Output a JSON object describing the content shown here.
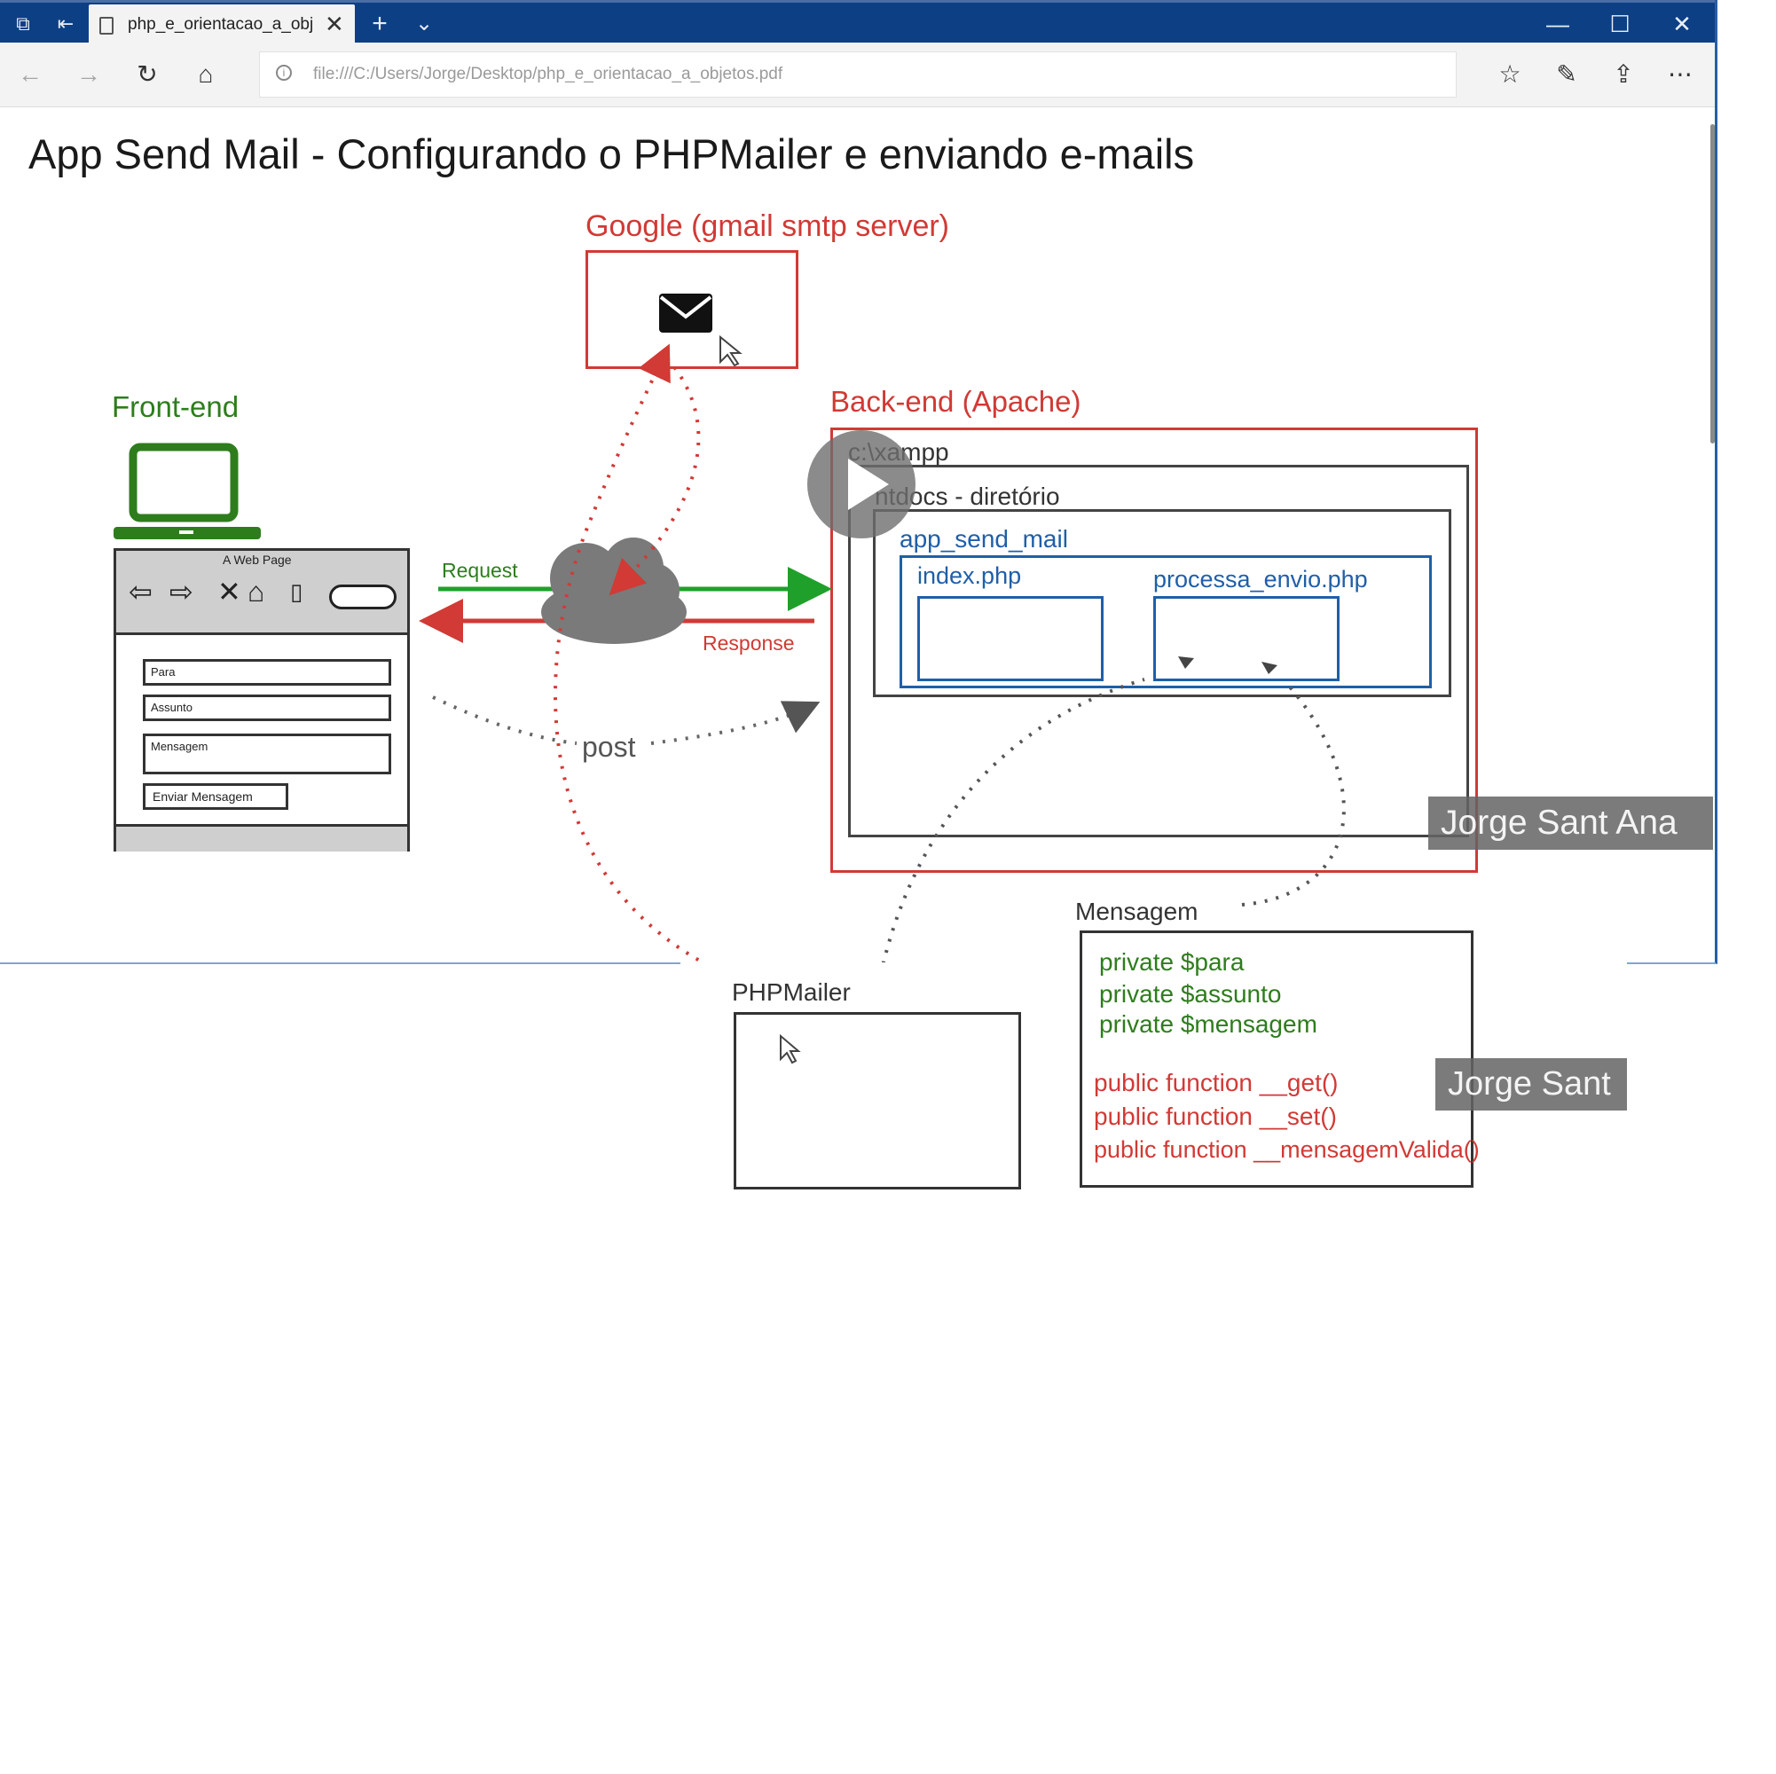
{
  "browser": {
    "tab_title": "php_e_orientacao_a_obj",
    "tab_close": "✕",
    "new_tab": "+",
    "tab_list": "⌄",
    "address": "file:///C:/Users/Jorge/Desktop/php_e_orientacao_a_objetos.pdf",
    "window_controls": {
      "minimize": "—",
      "maximize": "☐",
      "close": "✕"
    },
    "nav": {
      "back": "←",
      "forward": "→",
      "refresh": "↻",
      "home": "⌂"
    },
    "toolbar_right": {
      "favorites": "☆",
      "notes": "✎",
      "share": "⇪",
      "more": "⋯"
    }
  },
  "slide": {
    "title": "App Send Mail - Configurando o PHPMailer e enviando e-mails",
    "google_label": "Google (gmail smtp server)",
    "frontend_label": "Front-end",
    "backend_label": "Back-end (Apache)",
    "xampp_label": "c:\\xampp",
    "htdocs_label": "ntdocs - diretório",
    "app_label": "app_send_mail",
    "index_label": "index.php",
    "processa_label": "processa_envio.php",
    "request_label": "Request",
    "response_label": "Response",
    "post_label": "post",
    "wireframe": {
      "caption": "A Web Page",
      "field_para": "Para",
      "field_assunto": "Assunto",
      "field_mensagem": "Mensagem",
      "button": "Enviar Mensagem"
    },
    "phpmailer_label": "PHPMailer",
    "mensagem_label": "Mensagem",
    "attributes": [
      "private $para",
      "private $assunto",
      "private $mensagem"
    ],
    "methods": [
      "public function __get()",
      "public function __set()",
      "public function __mensagemValida()"
    ]
  },
  "watermark": {
    "name_full": "Jorge Sant Ana",
    "name_cut": "Jorge Sant"
  },
  "colors": {
    "red": "#d13a35",
    "green": "#2e7d1c",
    "blue": "#1f5fa8",
    "tabbar": "#0d3f85"
  },
  "icons": [
    "envelope-icon",
    "laptop-icon",
    "cloud-icon",
    "play-icon"
  ]
}
